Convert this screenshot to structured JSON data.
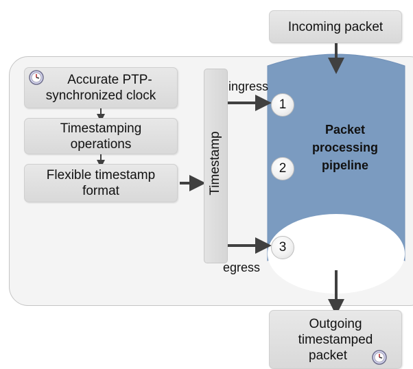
{
  "incoming": "Incoming packet",
  "clock_box": {
    "line1": "Accurate PTP-",
    "line2": "synchronized clock"
  },
  "ops_box": {
    "line1": "Timestamping",
    "line2": "operations"
  },
  "format_box": {
    "line1": "Flexible timestamp",
    "line2": "format"
  },
  "timestamp_bar": "Timestamp",
  "pipeline": {
    "line1": "Packet",
    "line2": "processing",
    "line3": "pipeline"
  },
  "steps": [
    "1",
    "2",
    "3"
  ],
  "ingress": "ingress",
  "egress": "egress",
  "outgoing": {
    "line1": "Outgoing",
    "line2": "timestamped",
    "line3": "packet"
  },
  "colors": {
    "pipeline_fill": "#7b9bc0",
    "arrow": "#404040",
    "box_fill": "#e0e0e0",
    "container_fill": "#f4f4f4"
  },
  "icons": [
    "clock-icon",
    "clock-icon"
  ]
}
